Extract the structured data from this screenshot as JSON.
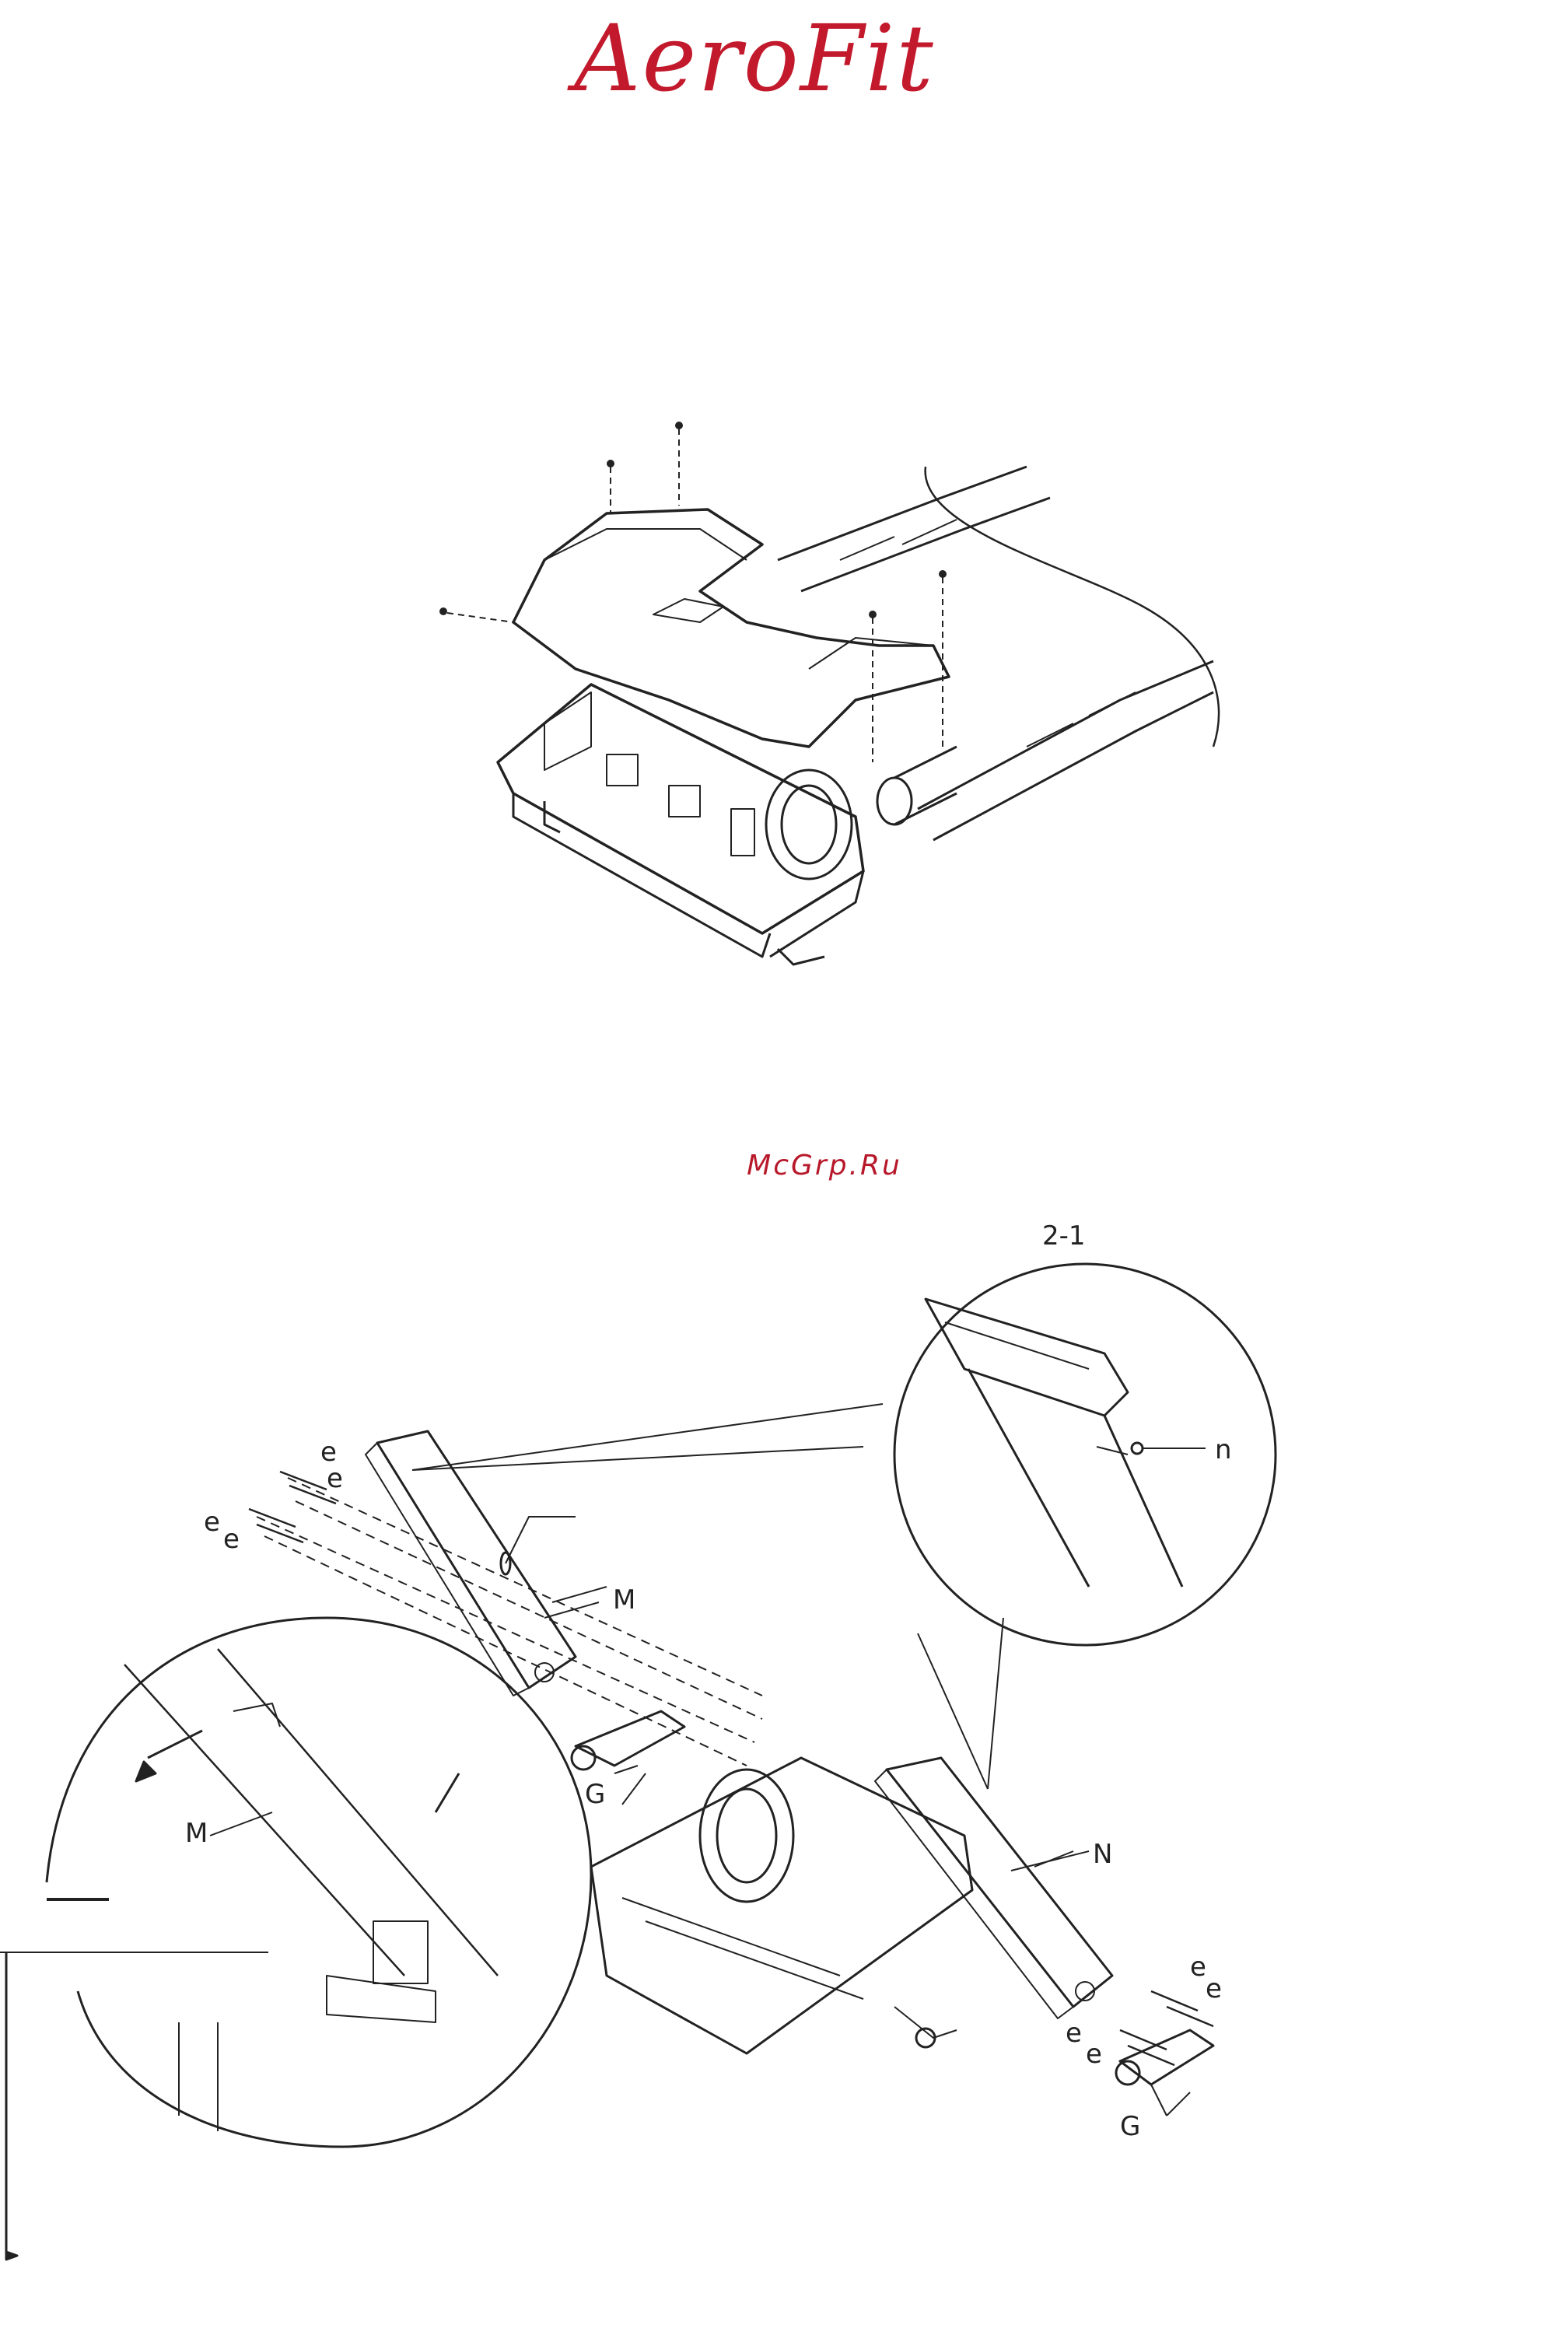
{
  "brand": {
    "name": "AeroFit",
    "color": "#c21a2c"
  },
  "watermark": {
    "text": "McGrp.Ru",
    "color": "#b7192b"
  },
  "figure2": {
    "detail_label": "2-1",
    "callouts": {
      "e1": "e",
      "e2": "e",
      "e3": "e",
      "e4": "e",
      "e5": "e",
      "e6": "e",
      "e7": "e",
      "e8": "e",
      "M": "M",
      "M_detail": "M",
      "N": "N",
      "n": "n",
      "G1": "G",
      "G2": "G"
    }
  }
}
